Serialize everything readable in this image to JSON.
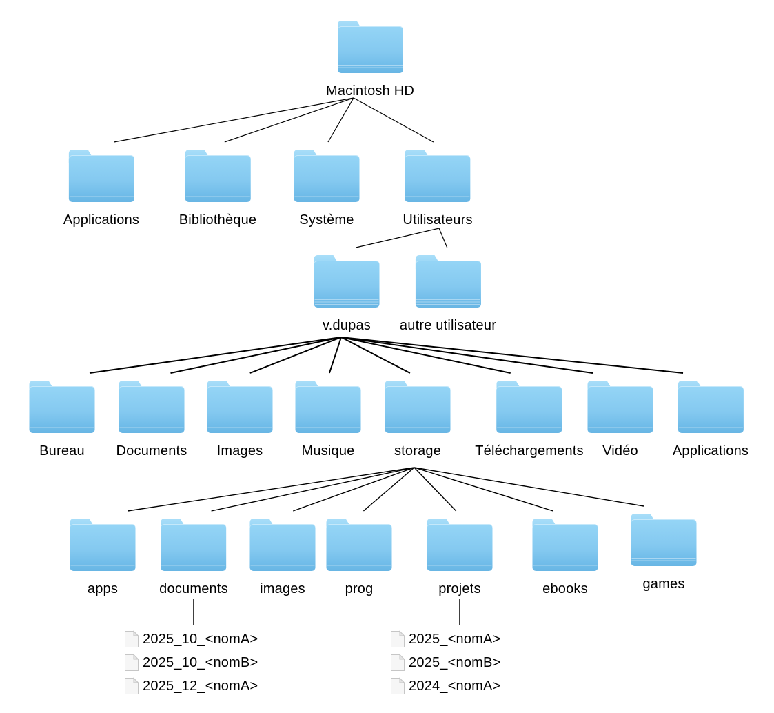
{
  "diagram": {
    "type": "file-system-tree",
    "root_label": "Macintosh HD",
    "colors": {
      "folder_blue_top": "#95d5f6",
      "folder_blue_bottom": "#69b6e4",
      "folder_tab": "#a9def9",
      "connector_line": "#000000",
      "background": "#ffffff",
      "label_text": "#000000"
    }
  },
  "nodes": [
    {
      "id": "macintosh-hd",
      "label": "Macintosh HD",
      "parent": null
    },
    {
      "id": "applications-root",
      "label": "Applications",
      "parent": "macintosh-hd"
    },
    {
      "id": "bibliotheque",
      "label": "Bibliothèque",
      "parent": "macintosh-hd"
    },
    {
      "id": "systeme",
      "label": "Système",
      "parent": "macintosh-hd"
    },
    {
      "id": "utilisateurs",
      "label": "Utilisateurs",
      "parent": "macintosh-hd"
    },
    {
      "id": "v-dupas",
      "label": "v.dupas",
      "parent": "utilisateurs"
    },
    {
      "id": "autre-utilisateur",
      "label": "autre utilisateur",
      "parent": "utilisateurs"
    },
    {
      "id": "bureau",
      "label": "Bureau",
      "parent": "v-dupas"
    },
    {
      "id": "documents-user",
      "label": "Documents",
      "parent": "v-dupas"
    },
    {
      "id": "images-user",
      "label": "Images",
      "parent": "v-dupas"
    },
    {
      "id": "musique",
      "label": "Musique",
      "parent": "v-dupas"
    },
    {
      "id": "storage",
      "label": "storage",
      "parent": "v-dupas"
    },
    {
      "id": "telechargements",
      "label": "Téléchargements",
      "parent": "v-dupas"
    },
    {
      "id": "video",
      "label": "Vidéo",
      "parent": "v-dupas"
    },
    {
      "id": "applications-user",
      "label": "Applications",
      "parent": "v-dupas"
    },
    {
      "id": "apps",
      "label": "apps",
      "parent": "storage"
    },
    {
      "id": "documents-storage",
      "label": "documents",
      "parent": "storage"
    },
    {
      "id": "images-storage",
      "label": "images",
      "parent": "storage"
    },
    {
      "id": "prog",
      "label": "prog",
      "parent": "storage"
    },
    {
      "id": "projets",
      "label": "projets",
      "parent": "storage"
    },
    {
      "id": "ebooks",
      "label": "ebooks",
      "parent": "storage"
    },
    {
      "id": "games",
      "label": "games",
      "parent": "storage"
    }
  ],
  "file_lists": [
    {
      "id": "documents-files",
      "parent": "documents-storage",
      "files": [
        "2025_10_<nomA>",
        "2025_10_<nomB>",
        "2025_12_<nomA>"
      ]
    },
    {
      "id": "projets-files",
      "parent": "projets",
      "files": [
        "2025_<nomA>",
        "2025_<nomB>",
        "2024_<nomA>"
      ]
    }
  ]
}
